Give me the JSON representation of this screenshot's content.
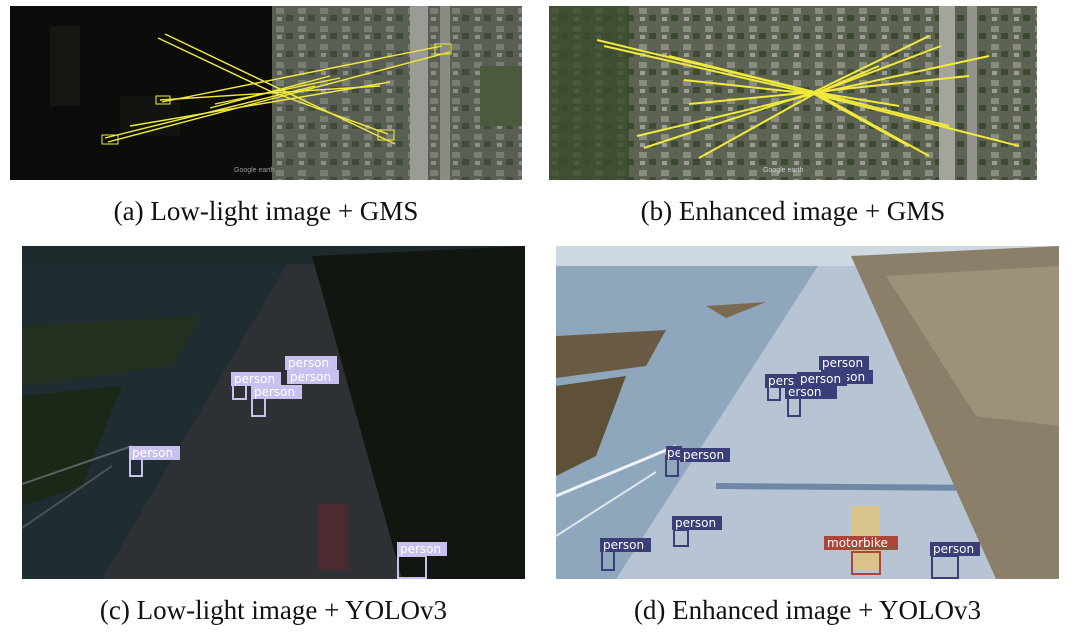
{
  "figure": {
    "panels": [
      {
        "id": "a",
        "caption": "(a) Low-light image + GMS"
      },
      {
        "id": "b",
        "caption": "(b) Enhanced image + GMS"
      },
      {
        "id": "c",
        "caption": "(c) Low-light image + YOLOv3"
      },
      {
        "id": "d",
        "caption": "(d) Enhanced image + YOLOv3"
      }
    ],
    "detections_c": [
      "person",
      "person",
      "person",
      "person",
      "person",
      "person"
    ],
    "detections_d": [
      "person",
      "person",
      "pers",
      "person",
      "erson",
      "pe",
      "person",
      "person",
      "person",
      "motorbike",
      "person"
    ],
    "watermark": "Google earth",
    "colors": {
      "match_line": "#f2ea3a",
      "box_low": "#c8c0ef",
      "box_enh": "#3a3f7a",
      "box_motorbike": "#b0433a"
    }
  }
}
